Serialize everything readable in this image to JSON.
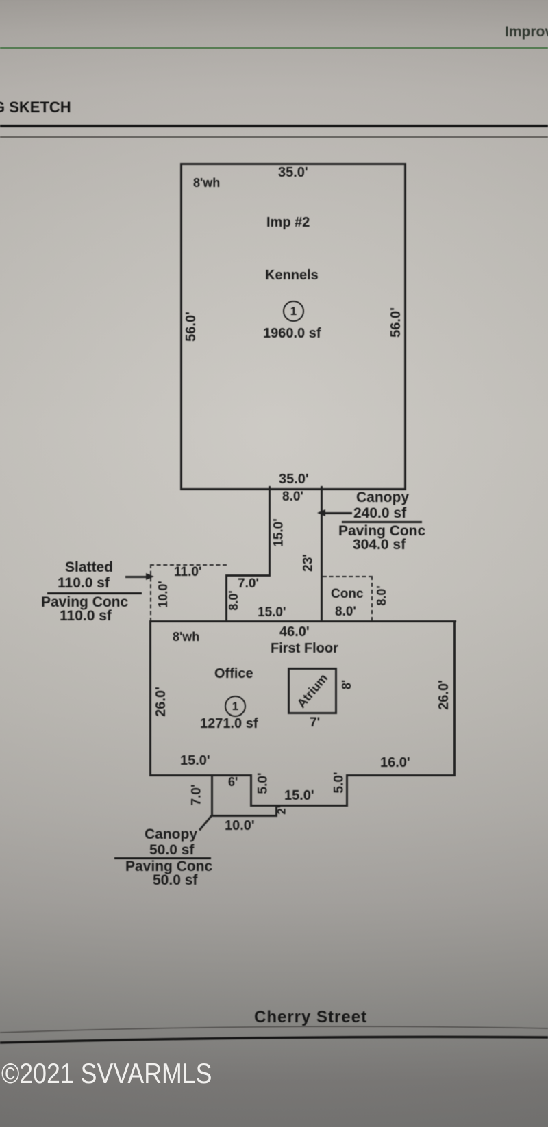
{
  "header": {
    "improvements_label": "Improve",
    "sketch_heading": "G SKETCH"
  },
  "kennels_building": {
    "top_width": "35.0'",
    "bottom_width": "35.0'",
    "left_height": "56.0'",
    "right_height": "56.0'",
    "wall_height": "8'wh",
    "improvement": "Imp #2",
    "use": "Kennels",
    "story": "1",
    "area": "1960.0 sf"
  },
  "connector": {
    "top_width": "8.0'",
    "left_height": "15.0'",
    "right_height": "23'",
    "step_width": "7.0'",
    "step_height": "8.0'",
    "bottom_width": "15.0'"
  },
  "canopy_240": {
    "title": "Canopy",
    "area": "240.0 sf",
    "paving_title": "Paving Conc",
    "paving_area": "304.0 sf"
  },
  "slatted": {
    "title": "Slatted",
    "area": "110.0 sf",
    "paving_title": "Paving Conc",
    "paving_area": "110.0 sf",
    "width": "11.0'",
    "height": "10.0'"
  },
  "conc_pad": {
    "label": "Conc",
    "width": "8.0'",
    "height": "8.0'"
  },
  "first_floor_building": {
    "top_width": "46.0'",
    "name": "First Floor",
    "wall_height": "8'wh",
    "left_height": "26.0'",
    "right_height": "26.0'",
    "room": "Office",
    "story": "1",
    "area": "1271.0 sf",
    "atrium_label": "Atrium",
    "atrium_width": "7'",
    "atrium_height": "8'",
    "bottom_left_width": "15.0'",
    "bottom_right_width": "16.0'",
    "notch_left_height": "5.0'",
    "notch_width": "15.0'",
    "notch_right_height": "5.0'",
    "notch_jog": "2'"
  },
  "canopy_50": {
    "title": "Canopy",
    "area": "50.0 sf",
    "paving_title": "Paving Conc",
    "paving_area": "50.0 sf",
    "width": "10.0'",
    "height": "7.0'",
    "attach_width": "6'"
  },
  "footer": {
    "street": "Cherry Street",
    "watermark": "©2021 SVVARMLS"
  }
}
